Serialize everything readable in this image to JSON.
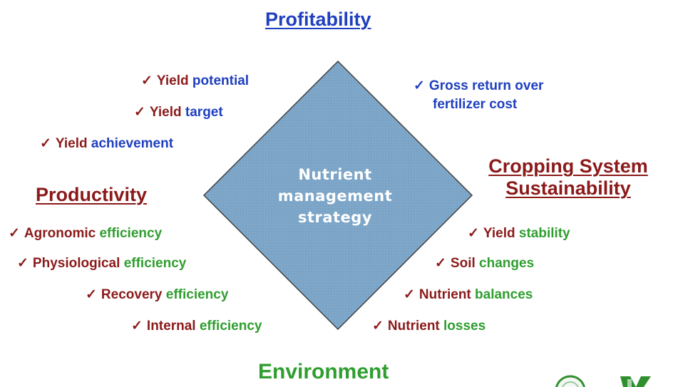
{
  "diagram": {
    "center_label": [
      "Nutrient",
      "management",
      "strategy"
    ],
    "headings": {
      "profitability": "Profitability",
      "productivity": "Productivity",
      "sustainability_line1": "Cropping System",
      "sustainability_line2": "Sustainability",
      "environment": "Environment"
    },
    "check": "✓",
    "profitability_items": [
      {
        "a": "Yield",
        "b": "potential"
      },
      {
        "a": "Yield",
        "b": "target"
      },
      {
        "a": "Yield",
        "b": "achievement"
      }
    ],
    "profit_right": [
      "Gross return over",
      "fertilizer cost"
    ],
    "productivity_items": [
      {
        "a": "Agronomic",
        "b": "efficiency"
      },
      {
        "a": "Physiological",
        "b": "efficiency"
      },
      {
        "a": "Recovery",
        "b": "efficiency"
      },
      {
        "a": "Internal",
        "b": "efficiency"
      }
    ],
    "sustainability_items": [
      {
        "a": "Yield",
        "b": "stability"
      },
      {
        "a": "Soil",
        "b": "changes"
      },
      {
        "a": "Nutrient",
        "b": "balances"
      },
      {
        "a": "Nutrient",
        "b": "losses"
      }
    ]
  },
  "colors": {
    "blue": "#1f3fbf",
    "dark_red": "#8b1a1a",
    "green": "#2f9e2f",
    "diamond_fill": "#7da6c8",
    "logo_green": "#2f8f2f"
  },
  "logo": {
    "icon": "partial-logo-icon"
  }
}
